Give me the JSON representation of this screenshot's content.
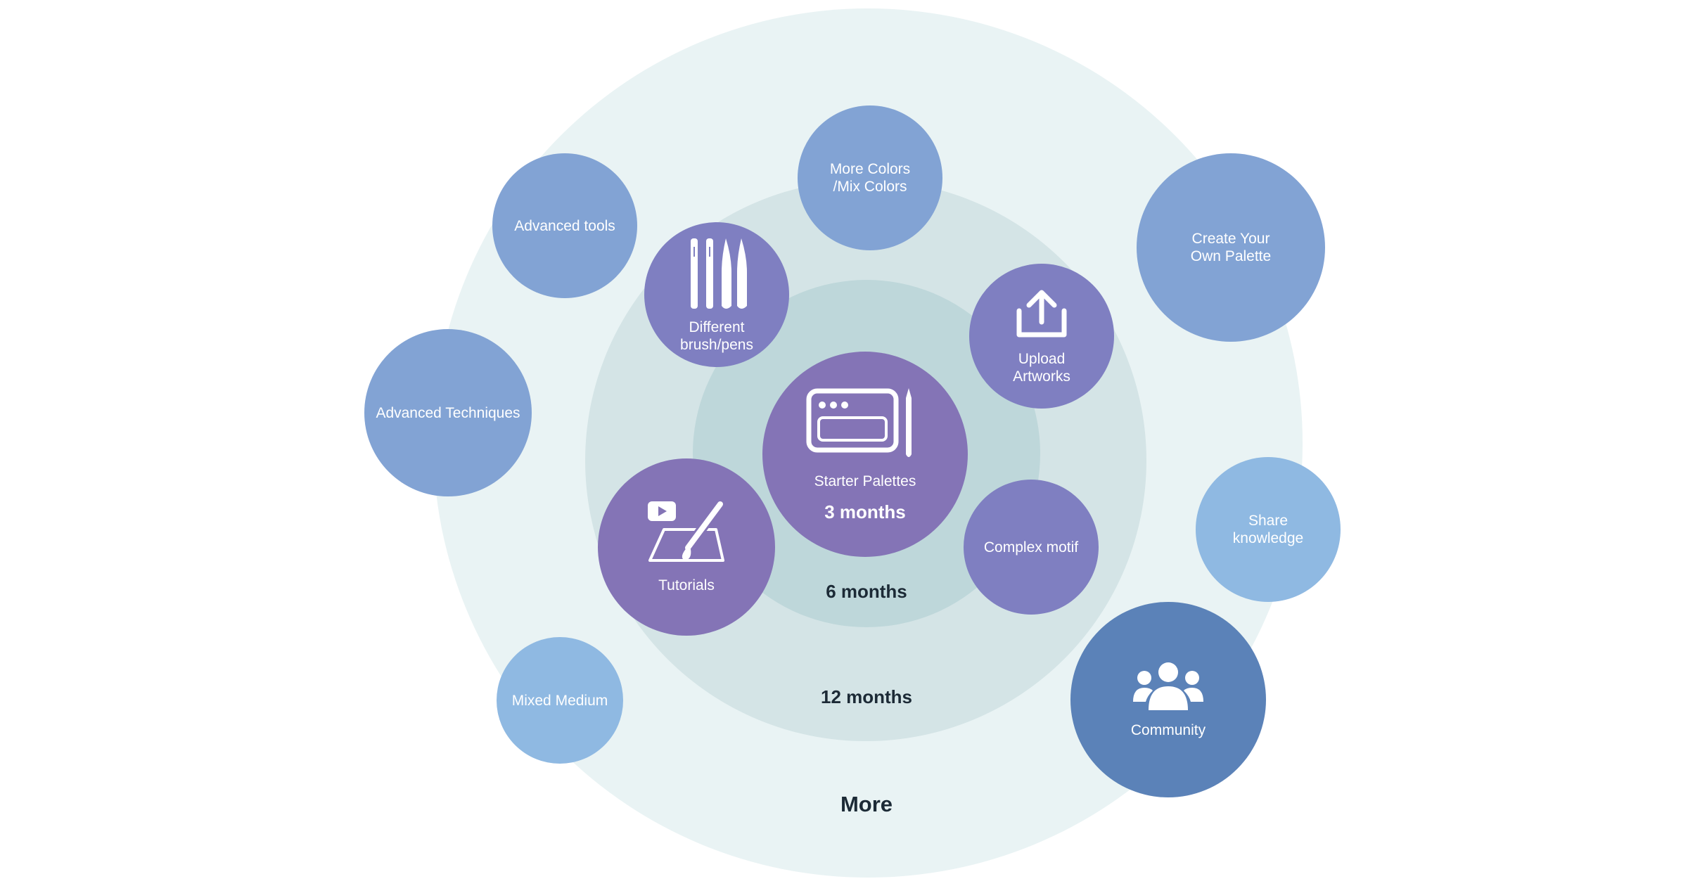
{
  "rings": {
    "inner_label": "3 months",
    "six_label": "6 months",
    "twelve_label": "12 months",
    "outer_label": "More"
  },
  "nodes": {
    "starter_palettes": "Starter Palettes",
    "tutorials": "Tutorials",
    "different_brush_pens": "Different\nbrush/pens",
    "upload_artworks": "Upload\nArtworks",
    "complex_motif": "Complex motif",
    "more_colors": "More Colors\n/Mix Colors",
    "advanced_tools": "Advanced tools",
    "advanced_techniques": "Advanced Techniques",
    "mixed_medium": "Mixed Medium",
    "create_palette": "Create Your\nOwn Palette",
    "share_knowledge": "Share\nknowledge",
    "community": "Community"
  },
  "colors": {
    "ring_more": "#e9f3f4",
    "ring_12": "#d4e4e6",
    "ring_6": "#bed7da",
    "bubble_blue": "#82a3d4",
    "bubble_lightblue": "#8fb9e2",
    "bubble_purple": "#7f7fc1",
    "bubble_deeppurple": "#8474b6",
    "bubble_deepblue": "#5b82b8"
  },
  "icons": {
    "starter_palettes": "tablet-pen-icon",
    "tutorials": "video-drawing-icon",
    "different_brush_pens": "brushes-icon",
    "upload_artworks": "upload-icon",
    "community": "group-icon"
  }
}
